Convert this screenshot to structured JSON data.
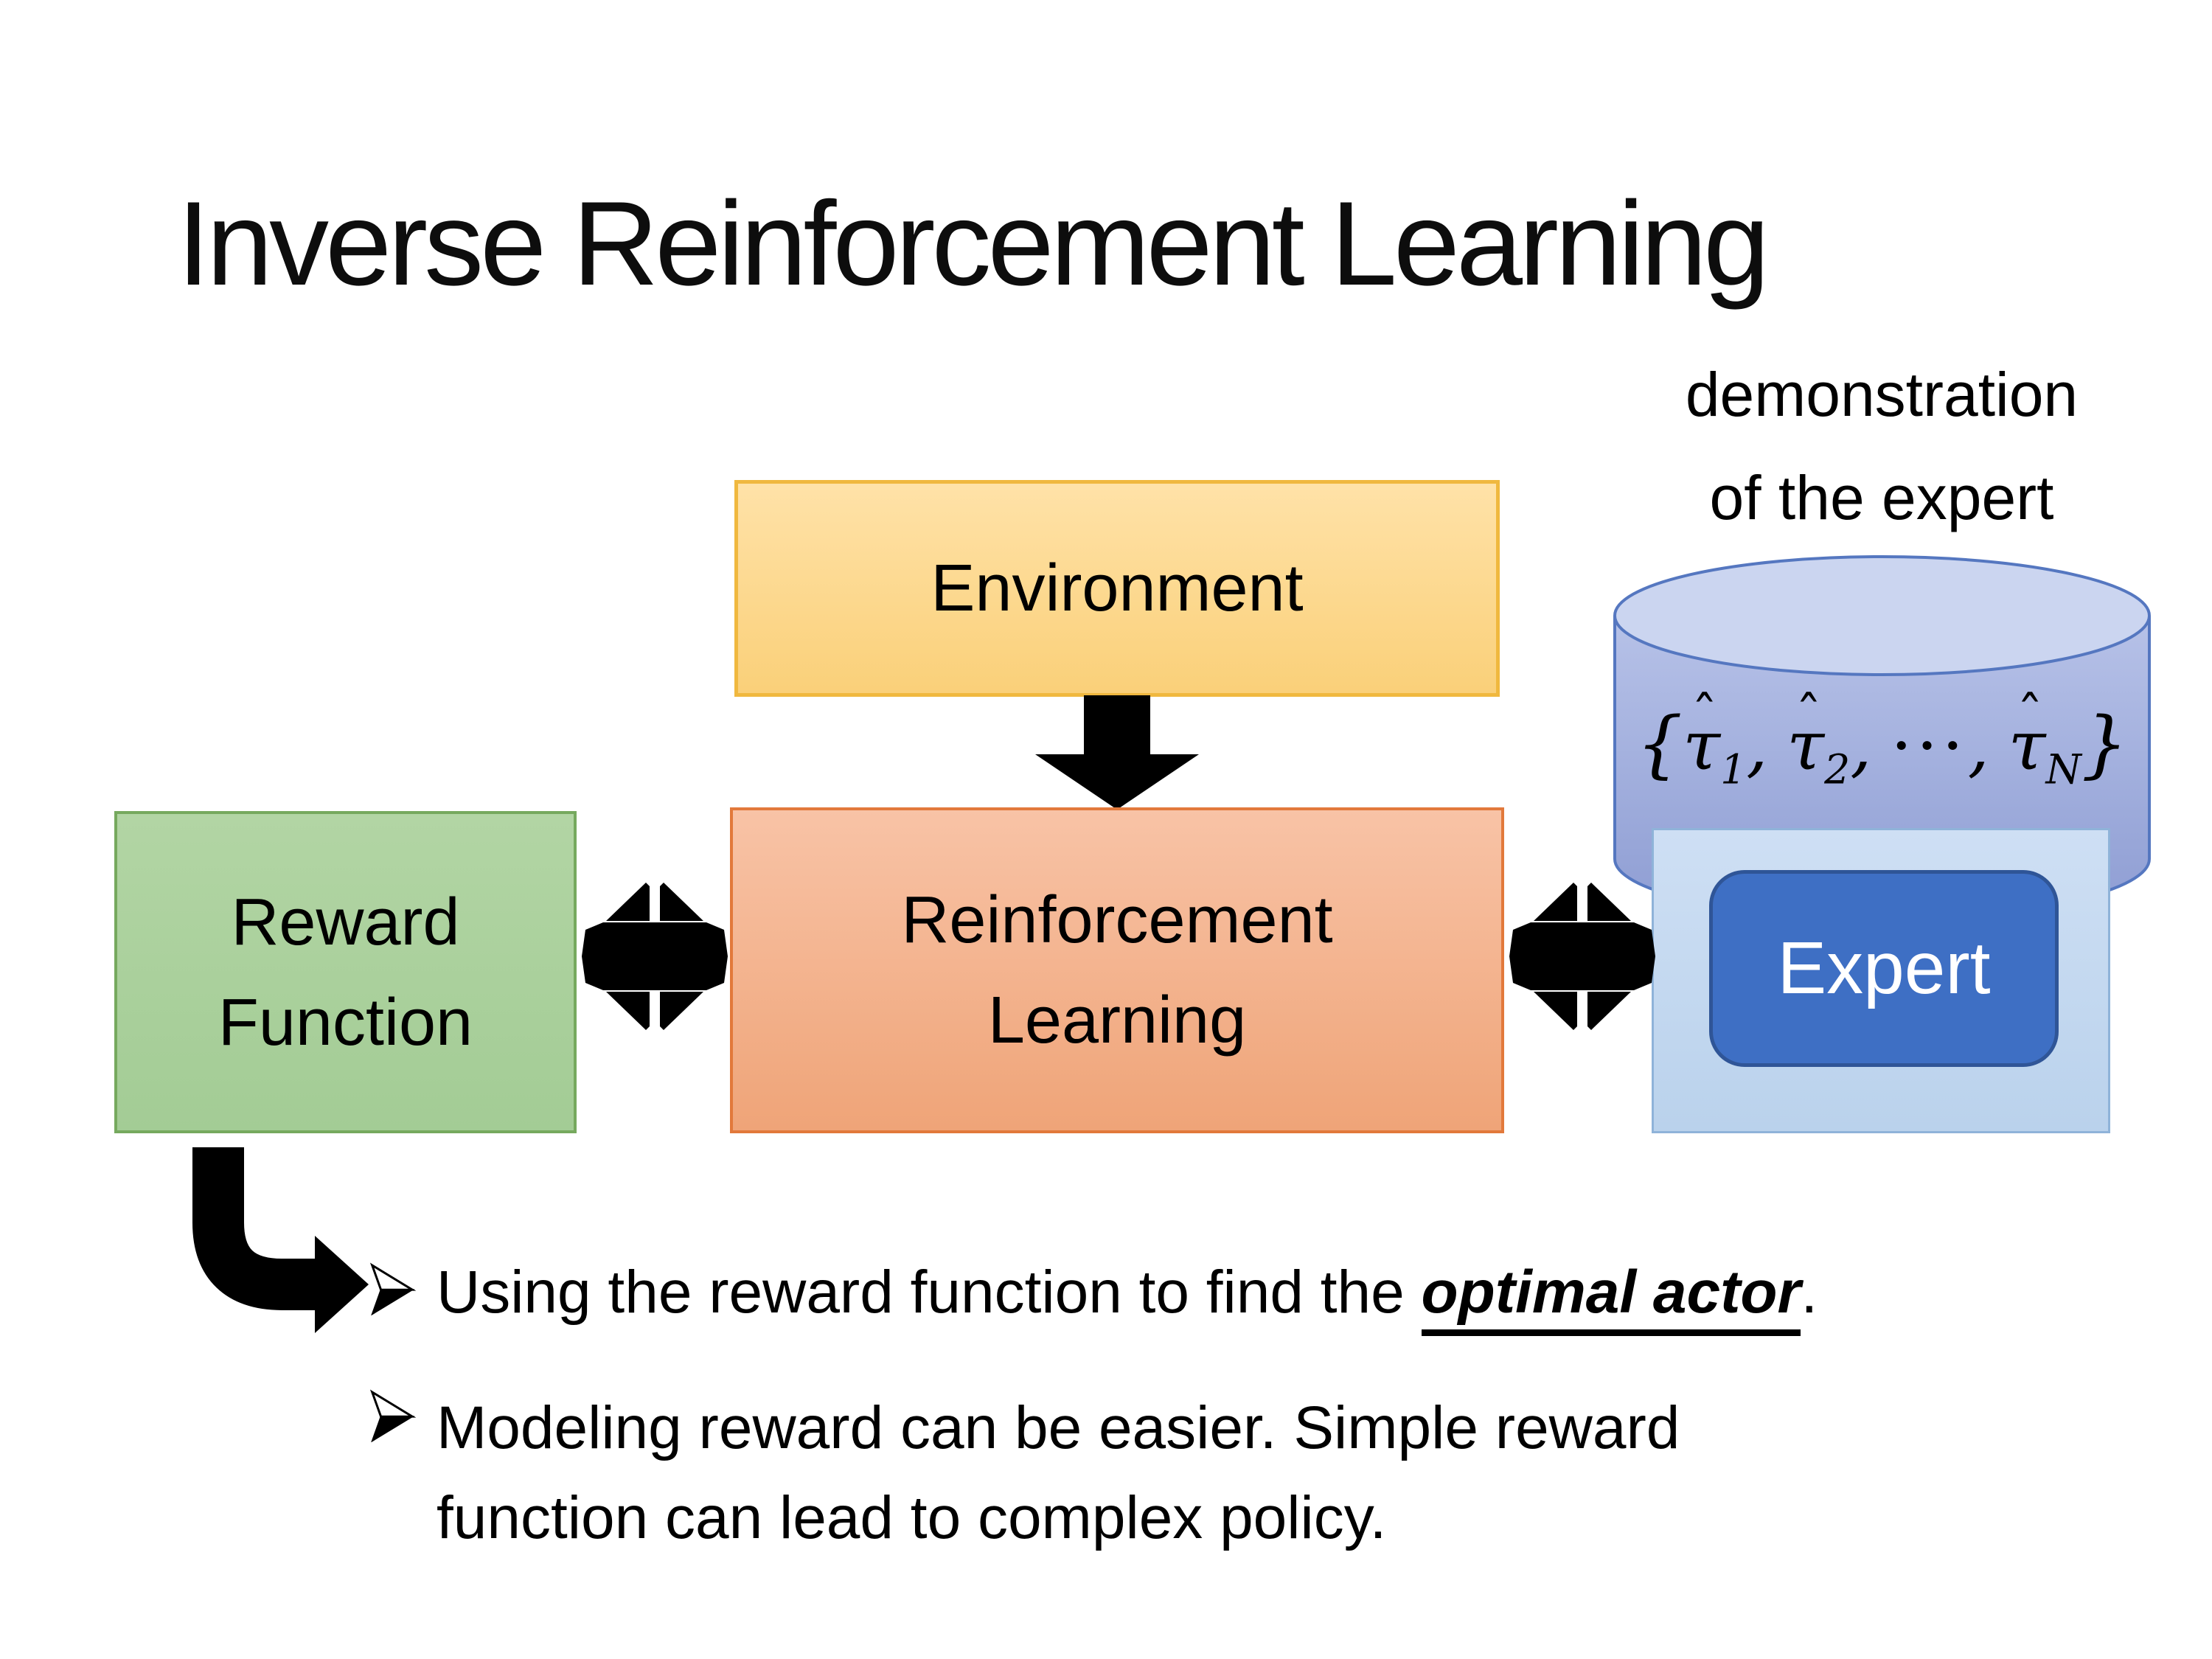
{
  "title": "Inverse Reinforcement Learning",
  "diagram": {
    "environment": {
      "label": "Environment"
    },
    "reward_function": {
      "line1": "Reward",
      "line2": "Function"
    },
    "reinforcement_learning": {
      "line1": "Reinforcement",
      "line2": "Learning"
    },
    "expert": {
      "label": "Expert"
    },
    "demonstration": {
      "line1": "demonstration",
      "line2": "of the expert"
    },
    "trajectories": {
      "lbrace": "{",
      "rbrace": "}",
      "tau": "τ",
      "hat": "ˆ",
      "sub_1": "1",
      "sub_2": "2",
      "sub_n": "N",
      "separator": ",",
      "dots": "···"
    }
  },
  "bullets": {
    "item1": {
      "lead": "Using the reward function to find the ",
      "emphasis": "optimal actor",
      "tail": "."
    },
    "item2": {
      "line1": "Modeling reward can be easier. Simple reward",
      "line2": "function can lead to complex policy."
    }
  },
  "icons": {
    "down_arrow": "thick black block arrow pointing down",
    "double_arrow": "thick black multi-headed exchange arrow",
    "bent_arrow": "thick black elbow arrow curving down then right",
    "bullet_marker": "➢"
  },
  "colors": {
    "background": "#FFFFFF",
    "text": "#000000",
    "environment_fill_top": "#FFE2A8",
    "environment_fill_bottom": "#FAD079",
    "environment_border": "#F0B83F",
    "rl_fill_top": "#F8C3A6",
    "rl_fill_bottom": "#EFA478",
    "rl_border": "#E2793B",
    "reward_fill_top": "#B2D5A4",
    "reward_fill_bottom": "#A3CC95",
    "reward_border": "#76A95E",
    "expert_fill": "#3E6FC4",
    "expert_border": "#2F5597",
    "expert_text": "#FFFFFF",
    "panel_fill_top": "#CEDFF4",
    "panel_fill_bottom": "#BAD2EC",
    "panel_border": "#8FB3D9",
    "cylinder_top_fill": "#CBD5F0",
    "cylinder_body_top": "#B7C2E8",
    "cylinder_body_bottom": "#8E9DD3",
    "cylinder_border": "#5577C0",
    "arrow": "#000000"
  }
}
